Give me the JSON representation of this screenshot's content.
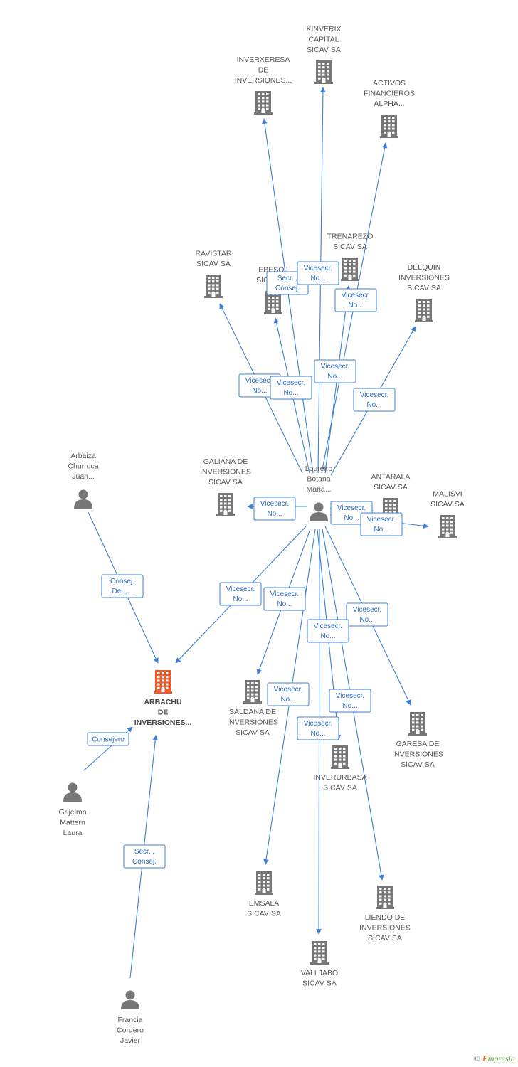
{
  "colors": {
    "edge": "#3a7fd8",
    "company": "#777777",
    "focus": "#f05a28",
    "person": "#777777",
    "label": "#555555"
  },
  "nodes": [
    {
      "id": "arbachu",
      "type": "company",
      "focus": true,
      "lines": [
        "ARBACHU",
        "DE",
        "INVERSIONES..."
      ]
    },
    {
      "id": "inverxeresa",
      "type": "company",
      "lines": [
        "INVERXERESA",
        "DE",
        "INVERSIONES..."
      ]
    },
    {
      "id": "kinverix",
      "type": "company",
      "lines": [
        "KINVERIX",
        "CAPITAL",
        "SICAV SA"
      ]
    },
    {
      "id": "activos",
      "type": "company",
      "lines": [
        "ACTIVOS",
        "FINANCIEROS",
        "ALPHA..."
      ]
    },
    {
      "id": "ravistar",
      "type": "company",
      "lines": [
        "RAVISTAR",
        "SICAV SA"
      ]
    },
    {
      "id": "ebesoj",
      "type": "company",
      "lines": [
        "EBESOJ",
        "SICAV SA"
      ]
    },
    {
      "id": "trenarezo",
      "type": "company",
      "lines": [
        "TRENAREZO",
        "SICAV SA"
      ]
    },
    {
      "id": "delquin",
      "type": "company",
      "lines": [
        "DELQUIN",
        "INVERSIONES",
        "SICAV SA"
      ]
    },
    {
      "id": "galiana",
      "type": "company",
      "lines": [
        "GALIANA DE",
        "INVERSIONES",
        "SICAV SA"
      ]
    },
    {
      "id": "antarala",
      "type": "company",
      "lines": [
        "ANTARALA",
        "SICAV SA"
      ]
    },
    {
      "id": "malisvi",
      "type": "company",
      "lines": [
        "MALISVI",
        "SICAV SA"
      ]
    },
    {
      "id": "saldana",
      "type": "company",
      "lines": [
        "SALDAÑA DE",
        "INVERSIONES",
        "SICAV SA"
      ]
    },
    {
      "id": "inverurbasa",
      "type": "company",
      "lines": [
        "INVERURBASA",
        "SICAV SA"
      ]
    },
    {
      "id": "garesa",
      "type": "company",
      "lines": [
        "GARESA DE",
        "INVERSIONES",
        "SICAV SA"
      ]
    },
    {
      "id": "emsala",
      "type": "company",
      "lines": [
        "EMSALA",
        "SICAV SA"
      ]
    },
    {
      "id": "liendo",
      "type": "company",
      "lines": [
        "LIENDO DE",
        "INVERSIONES",
        "SICAV SA"
      ]
    },
    {
      "id": "valljabo",
      "type": "company",
      "lines": [
        "VALLJABO",
        "SICAV SA"
      ]
    },
    {
      "id": "loureiro",
      "type": "person",
      "lines": [
        "Loureiro",
        "Botana",
        "Maria..."
      ]
    },
    {
      "id": "arbaiza",
      "type": "person",
      "lines": [
        "Arbaiza",
        "Churruca",
        "Juan..."
      ]
    },
    {
      "id": "grijelmo",
      "type": "person",
      "lines": [
        "Grijelmo",
        "Mattern",
        "Laura"
      ]
    },
    {
      "id": "francia",
      "type": "person",
      "lines": [
        "Francia",
        "Cordero",
        "Javier"
      ]
    }
  ],
  "edges": [
    {
      "id": "e-ravistar",
      "from": "loureiro",
      "to": "ravistar",
      "label": [
        "Vicesecr.",
        "No..."
      ]
    },
    {
      "id": "e-ebesoj",
      "from": "loureiro",
      "to": "ebesoj",
      "label": [
        "Vicesecr.",
        "No..."
      ]
    },
    {
      "id": "e-inverxeresa",
      "from": "loureiro",
      "to": "inverxeresa",
      "label": [
        "Secr. ,",
        "Consej."
      ]
    },
    {
      "id": "e-kinverix",
      "from": "loureiro",
      "to": "kinverix",
      "label": [
        "Vicesecr.",
        "No..."
      ]
    },
    {
      "id": "e-activos",
      "from": "loureiro",
      "to": "activos",
      "label": [
        "Vicesecr.",
        "No..."
      ]
    },
    {
      "id": "e-trenarezo",
      "from": "loureiro",
      "to": "trenarezo",
      "label": [
        "Vicesecr.",
        "No..."
      ]
    },
    {
      "id": "e-delquin",
      "from": "loureiro",
      "to": "delquin",
      "label": [
        "Vicesecr.",
        "No..."
      ]
    },
    {
      "id": "e-galiana",
      "from": "loureiro",
      "to": "galiana",
      "label": [
        "Vicesecr.",
        "No..."
      ]
    },
    {
      "id": "e-antarala",
      "from": "loureiro",
      "to": "antarala",
      "label": [
        "Vicesecr.",
        "No..."
      ]
    },
    {
      "id": "e-malisvi",
      "from": "loureiro",
      "to": "malisvi",
      "label": [
        "Vicesecr.",
        "No..."
      ]
    },
    {
      "id": "e-arbachu-l",
      "from": "loureiro",
      "to": "arbachu",
      "label": [
        "Vicesecr.",
        "No..."
      ]
    },
    {
      "id": "e-saldana",
      "from": "loureiro",
      "to": "saldana",
      "label": [
        "Vicesecr.",
        "No..."
      ]
    },
    {
      "id": "e-garesa",
      "from": "loureiro",
      "to": "garesa",
      "label": [
        "Vicesecr.",
        "No..."
      ]
    },
    {
      "id": "e-valljabo",
      "from": "loureiro",
      "to": "valljabo",
      "label": [
        "Vicesecr.",
        "No..."
      ]
    },
    {
      "id": "e-emsala",
      "from": "loureiro",
      "to": "emsala",
      "label": [
        "Vicesecr.",
        "No..."
      ]
    },
    {
      "id": "e-liendo",
      "from": "loureiro",
      "to": "liendo",
      "label": [
        "Vicesecr.",
        "No..."
      ]
    },
    {
      "id": "e-inverurbasa",
      "from": "loureiro",
      "to": "inverurbasa",
      "label": [
        "Vicesecr.",
        "No..."
      ]
    },
    {
      "id": "e-arbaiza",
      "from": "arbaiza",
      "to": "arbachu",
      "label": [
        "Consej.",
        "Del.,..."
      ]
    },
    {
      "id": "e-grijelmo",
      "from": "grijelmo",
      "to": "arbachu",
      "label": [
        "Consejero"
      ]
    },
    {
      "id": "e-francia",
      "from": "francia",
      "to": "arbachu",
      "label": [
        "Secr. ,",
        "Consej."
      ]
    }
  ],
  "footer": {
    "copyright": "©",
    "brand_first": "E",
    "brand_rest": "mpresia"
  }
}
